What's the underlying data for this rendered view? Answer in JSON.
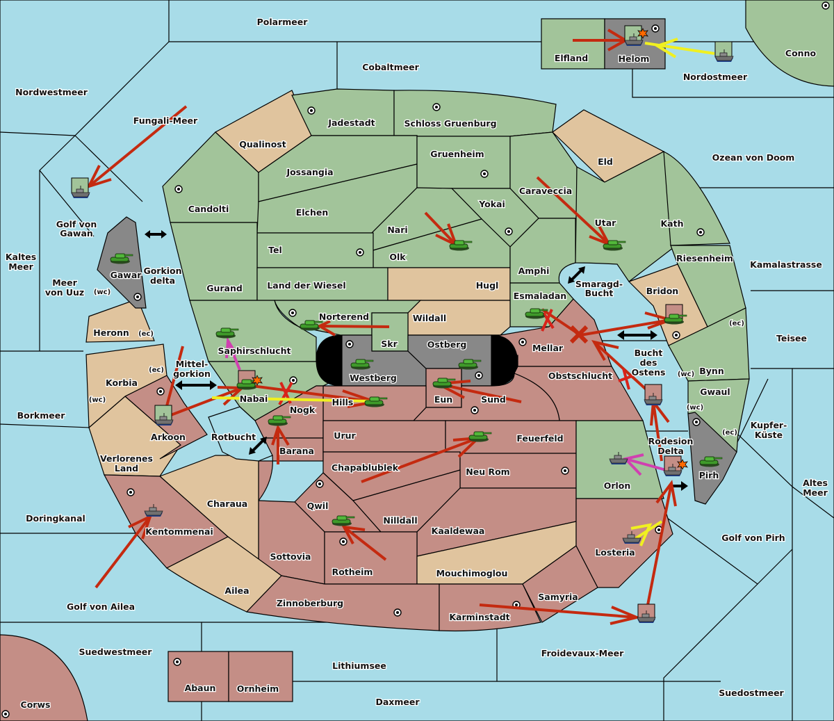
{
  "map": {
    "colors": {
      "sea": "#a8dce8",
      "neutral": "#e0c49e",
      "green_power": "#a2c49a",
      "red_power": "#c48e86",
      "impassable": "#888888",
      "order_move": "#c42a10",
      "order_support": "#f0f020",
      "order_retreat": "#d040b0"
    },
    "seas": {
      "polarmeer": "Polarmeer",
      "cobaltmeer": "Cobaltmeer",
      "nordwestmeer": "Nordwestmeer",
      "fungali_meer": "Fungali-Meer",
      "nordostmeer": "Nordostmeer",
      "ozean_von_doom": "Ozean von Doom",
      "golf_von_gawan_1": "Golf von",
      "golf_von_gawan_2": "Gawan",
      "kaltes_meer_1": "Kaltes",
      "kaltes_meer_2": "Meer",
      "meer_von_uuz_1": "Meer",
      "meer_von_uuz_2": "von Uuz",
      "gorkion_delta_1": "Gorkion",
      "gorkion_delta_2": "delta",
      "mittel_gorkion_1": "Mittel-",
      "mittel_gorkion_2": "gorkion",
      "borkmeer": "Borkmeer",
      "rotbucht": "Rotbucht",
      "doringkanal": "Doringkanal",
      "golf_von_ailea": "Golf von Ailea",
      "suedwestmeer": "Suedwestmeer",
      "lithiumsee": "Lithiumsee",
      "daxmeer": "Daxmeer",
      "froidevaux_meer": "Froidevaux-Meer",
      "suedostmeer": "Suedostmeer",
      "golf_von_pirh": "Golf von Pirh",
      "altes_meer_1": "Altes",
      "altes_meer_2": "Meer",
      "kupfer_kueste_1": "Kupfer-",
      "kupfer_kueste_2": "Küste",
      "teisee": "Teisee",
      "kamalastrasse": "Kamalastrasse",
      "smaragd_bucht_1": "Smaragd-",
      "smaragd_bucht_2": "Bucht",
      "bucht_des_ostens_1": "Bucht",
      "bucht_des_ostens_2": "des",
      "bucht_des_ostens_3": "Ostens",
      "rodesion_delta_1": "Rodesion",
      "rodesion_delta_2": "Delta"
    },
    "lands": {
      "elfland": "Elfland",
      "helom": "Helom",
      "conno": "Conno",
      "qualinost": "Qualinost",
      "jadestadt": "Jadestadt",
      "schloss_gruenburg": "Schloss Gruenburg",
      "gruenheim": "Gruenheim",
      "eld": "Eld",
      "jossangia": "Jossangia",
      "candolti": "Candolti",
      "elchen": "Elchen",
      "caraveccia": "Caraveccia",
      "yokai": "Yokai",
      "nari": "Nari",
      "olk": "Olk",
      "tel": "Tel",
      "utar": "Utar",
      "kath": "Kath",
      "riesenheim": "Riesenheim",
      "gurand": "Gurand",
      "land_der_wiesel": "Land der Wiesel",
      "hugl": "Hugl",
      "amphi": "Amphi",
      "esmaladan": "Esmaladan",
      "bridon": "Bridon",
      "gawar": "Gawar",
      "heronn": "Heronn",
      "norterend": "Norterend",
      "wildall": "Wildall",
      "skr": "Skr",
      "ostberg": "Ostberg",
      "westberg": "Westberg",
      "mellar": "Mellar",
      "saphirschlucht": "Saphirschlucht",
      "korbia": "Korbia",
      "nabai": "Nabai",
      "nogk": "Nogk",
      "hills": "Hills",
      "eun": "Eun",
      "sund": "Sund",
      "obstschlucht": "Obstschlucht",
      "bynn": "Bynn",
      "gwaul": "Gwaul",
      "arkoon": "Arkoon",
      "barana": "Barana",
      "urur": "Urur",
      "feuerfeld": "Feuerfeld",
      "pirh": "Pirh",
      "verlorenes_land_1": "Verlorenes",
      "verlorenes_land_2": "Land",
      "chapablublek": "Chapablublek",
      "neu_rom": "Neu Rom",
      "orlon": "Orlon",
      "charaua": "Charaua",
      "qwil": "Qwil",
      "nilldall": "Nilldall",
      "kentommenai": "Kentommenai",
      "kaaldewaa": "Kaaldewaa",
      "losteria": "Losteria",
      "sottovia": "Sottovia",
      "rotheim": "Rotheim",
      "mouchimoglou": "Mouchimoglou",
      "ailea": "Ailea",
      "samyria": "Samyria",
      "zinnoberburg": "Zinnoberburg",
      "karminstadt": "Karminstadt",
      "abaun": "Abaun",
      "ornheim": "Ornheim",
      "corws": "Corws"
    },
    "coast_labels": {
      "wc": "(wc)",
      "ec": "(ec)"
    }
  }
}
